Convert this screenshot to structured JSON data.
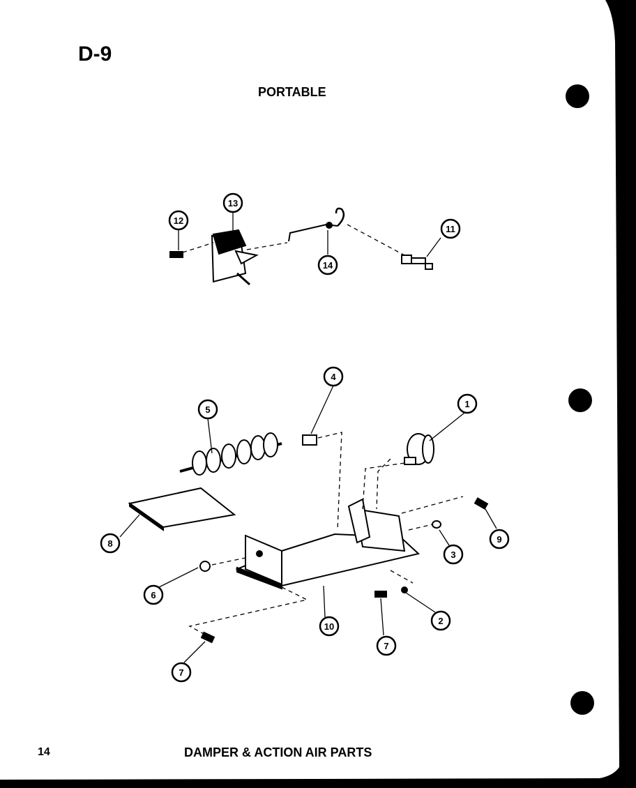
{
  "page": {
    "code": "D-9",
    "heading": "PORTABLE",
    "page_number": "14",
    "footer_title": "DAMPER & ACTION AIR PARTS"
  },
  "callouts": {
    "c1": "1",
    "c2": "2",
    "c3": "3",
    "c4": "4",
    "c5": "5",
    "c6": "6",
    "c7a": "7",
    "c7b": "7",
    "c8": "8",
    "c9": "9",
    "c10": "10",
    "c11": "11",
    "c12": "12",
    "c13": "13",
    "c14": "14"
  }
}
